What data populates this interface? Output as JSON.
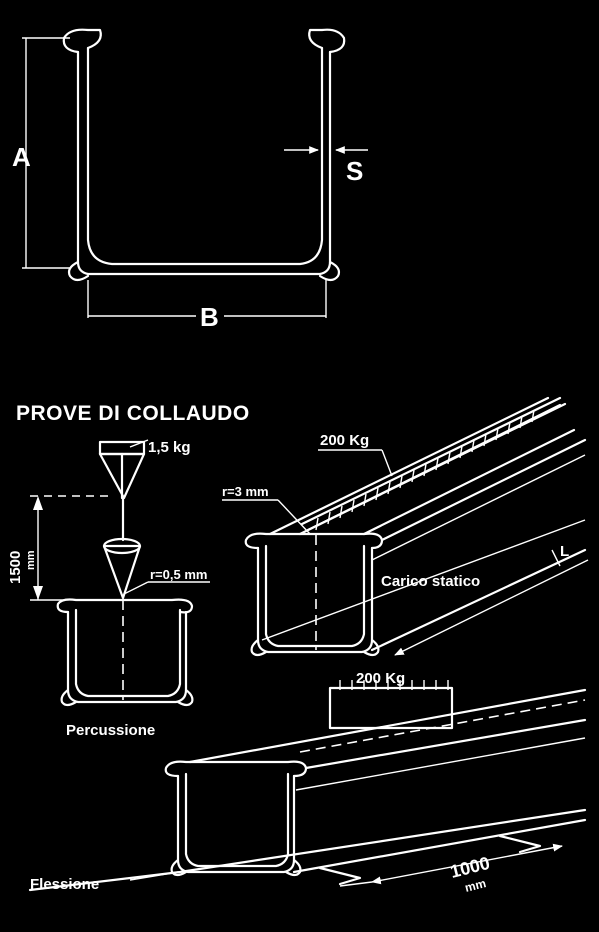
{
  "cross_section": {
    "label_a": "A",
    "label_b": "B",
    "label_s": "S"
  },
  "tests": {
    "title": "PROVE DI COLLAUDO",
    "weight": "1,5 kg",
    "height": "1500",
    "height_unit": "mm",
    "tip_radius": "r=0,5 mm",
    "percussion": "Percussione",
    "static_load": "200 Kg",
    "edge_radius": "r=3 mm",
    "static_label": "Carico statico",
    "length_symbol": "L",
    "flex_load": "200 Kg",
    "flex_label": "Flessione",
    "span": "1000",
    "span_unit": "mm"
  }
}
